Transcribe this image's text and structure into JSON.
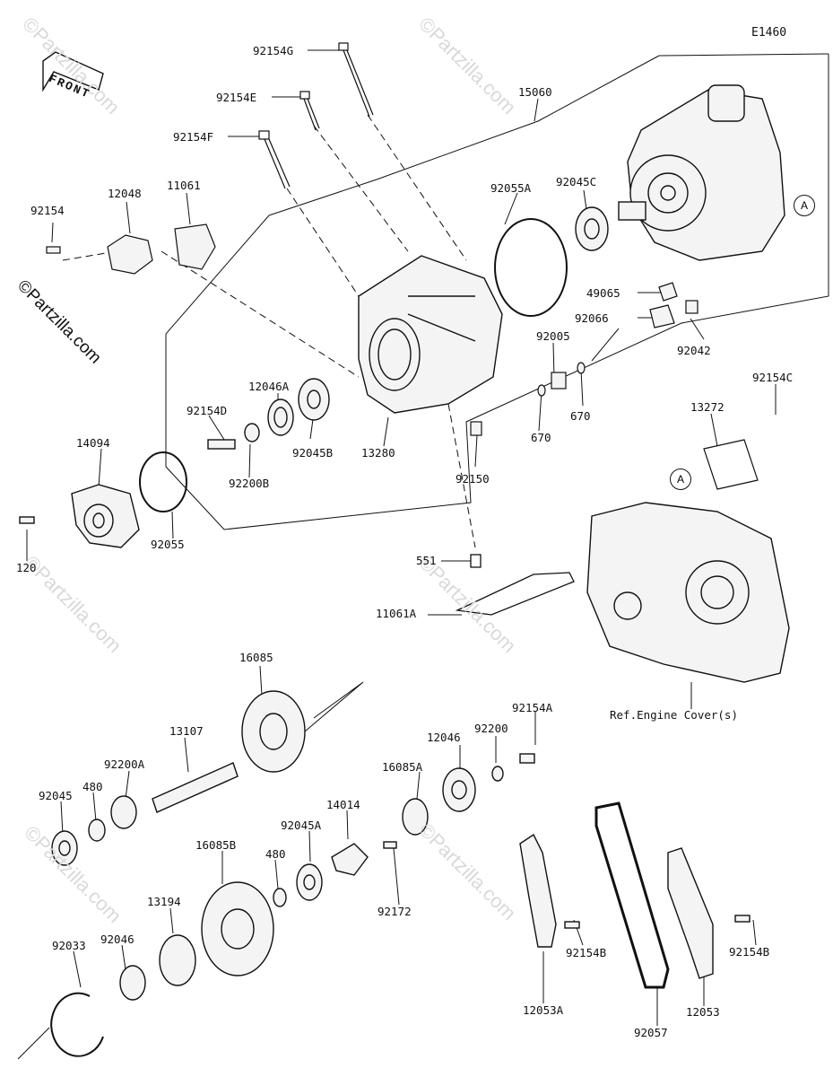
{
  "diagram_code": "E1460",
  "front_label": "FRONT",
  "copyright": "©Partzilla.com",
  "watermark": "©Partzilla.com",
  "ref_label": "Ref.Engine Cover(s)",
  "callout_a": "A",
  "parts": {
    "p92154G": "92154G",
    "p92154E": "92154E",
    "p92154F": "92154F",
    "p15060": "15060",
    "p92055A": "92055A",
    "p92045C": "92045C",
    "p12048": "12048",
    "p11061": "11061",
    "p92154": "92154",
    "p49065": "49065",
    "p92066": "92066",
    "p92042": "92042",
    "p12046A": "12046A",
    "p92005": "92005",
    "p92154D": "92154D",
    "p670a": "670",
    "p670b": "670",
    "p92154C": "92154C",
    "p13272": "13272",
    "p14094": "14094",
    "p92045B": "92045B",
    "p13280": "13280",
    "p92200B": "92200B",
    "p92150": "92150",
    "p92055": "92055",
    "p120": "120",
    "p551": "551",
    "p11061A": "11061A",
    "p16085": "16085",
    "p13107": "13107",
    "p92154A": "92154A",
    "p92200A": "92200A",
    "p92200": "92200",
    "p12046": "12046",
    "p480a": "480",
    "p16085A": "16085A",
    "p92045": "92045",
    "p14014": "14014",
    "p92045A": "92045A",
    "p16085B": "16085B",
    "p480b": "480",
    "p92172": "92172",
    "p13194": "13194",
    "p92046": "92046",
    "p92033": "92033",
    "p92154Ba": "92154B",
    "p92154Bb": "92154B",
    "p12053A": "12053A",
    "p12053": "12053",
    "p92057": "92057"
  }
}
